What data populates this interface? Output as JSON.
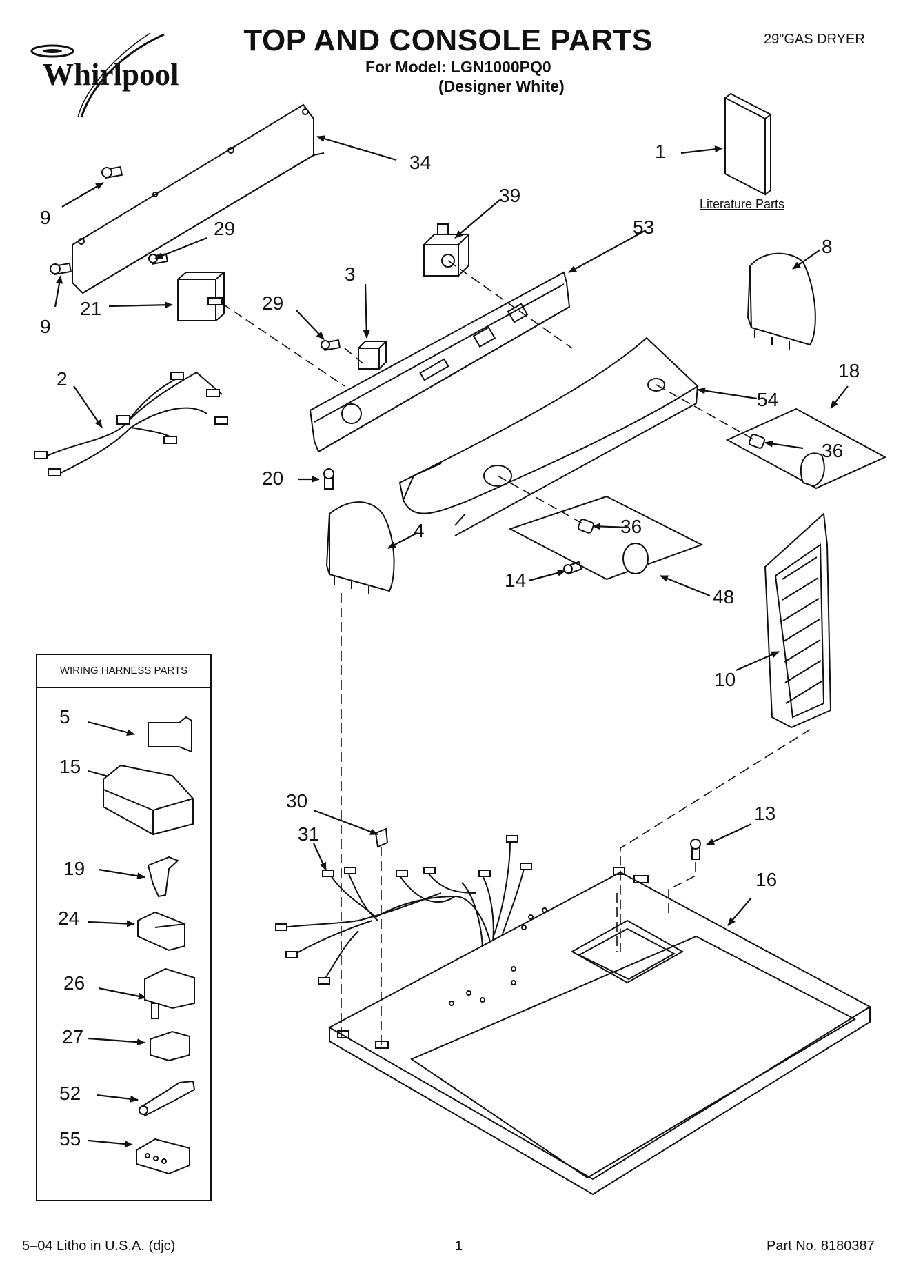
{
  "header": {
    "brand": "Whirlpool",
    "title": "TOP AND CONSOLE PARTS",
    "model_line": "For Model: LGN1000PQ0",
    "color_line": "(Designer White)",
    "product": "29\"GAS DRYER"
  },
  "literature_caption": "Literature Parts",
  "wiring_box_title": "WIRING HARNESS PARTS",
  "callouts": [
    "1",
    "34",
    "9",
    "39",
    "53",
    "29",
    "3",
    "8",
    "21",
    "9",
    "29",
    "2",
    "18",
    "54",
    "36",
    "20",
    "4",
    "36",
    "14",
    "48",
    "10",
    "13",
    "30",
    "31",
    "16",
    "5",
    "15",
    "19",
    "24",
    "26",
    "27",
    "52",
    "55"
  ],
  "footer": {
    "left": "5–04 Litho in U.S.A. (djc)",
    "page": "1",
    "right": "Part No. 8180387"
  }
}
